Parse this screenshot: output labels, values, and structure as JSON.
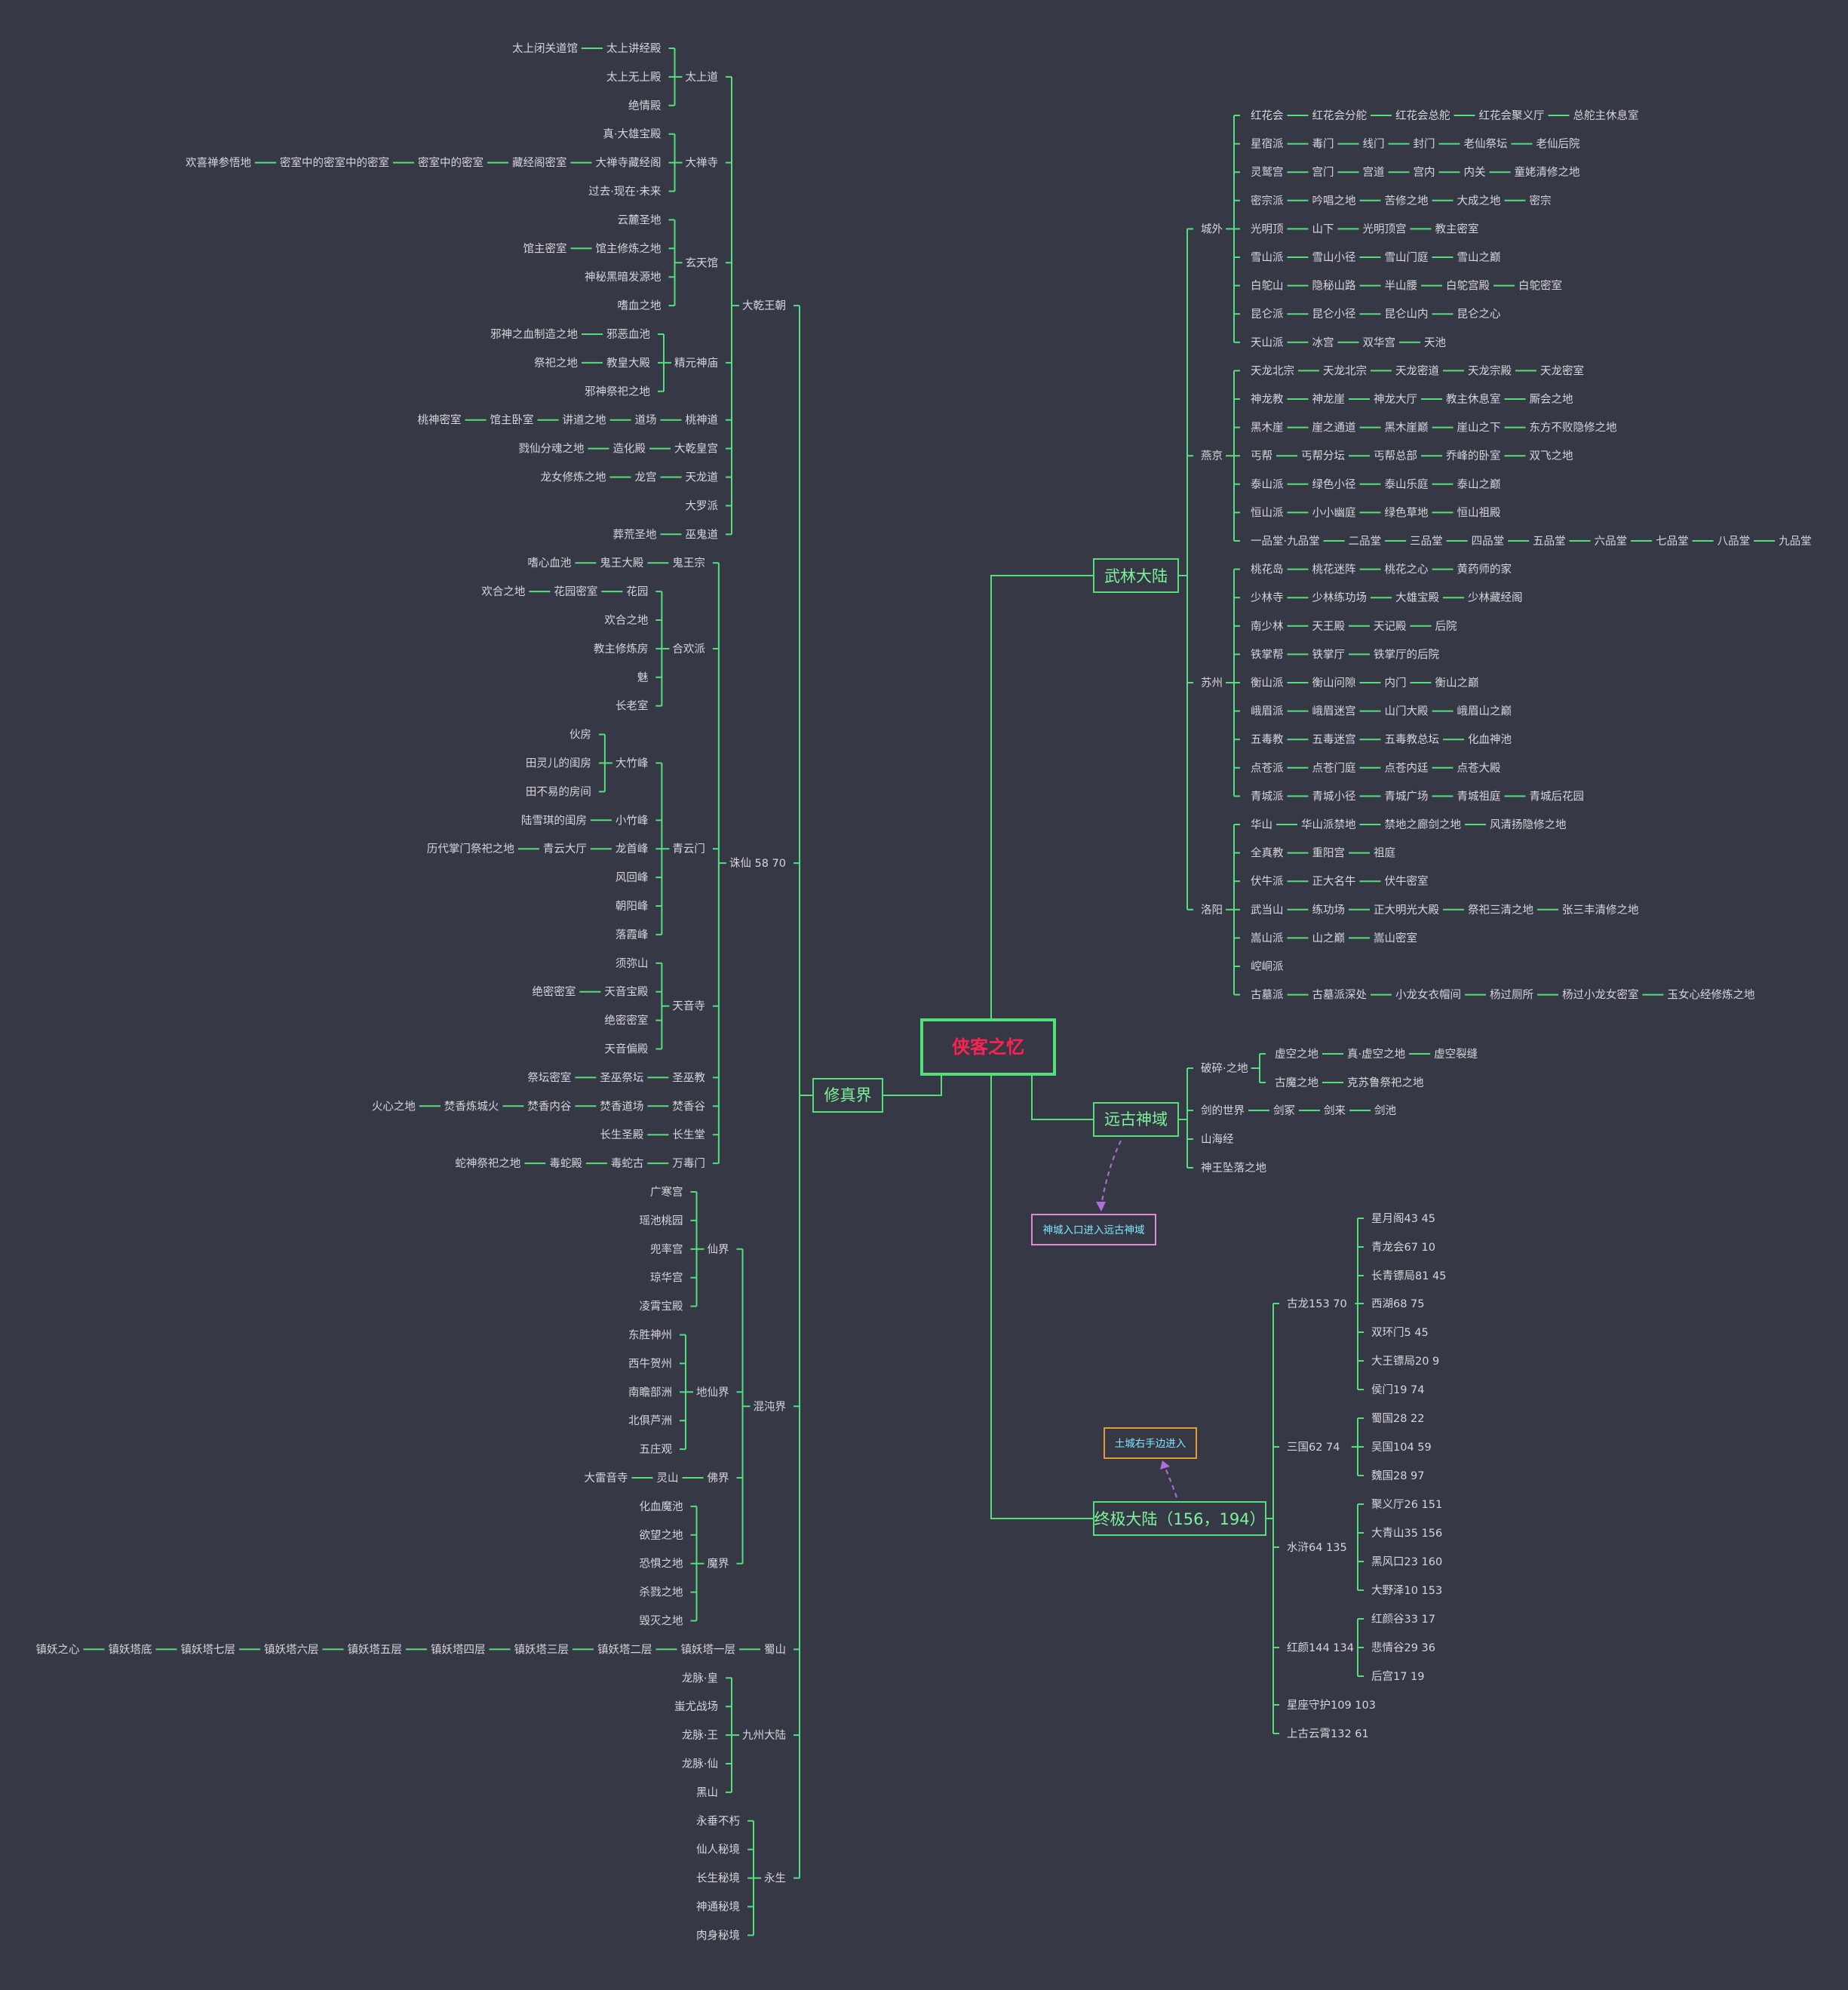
{
  "title": "侠客之忆",
  "colors": {
    "background": "#363945",
    "line": "#53e07c",
    "root_text": "#ff2150",
    "box_text": "#7cf39a",
    "node_text": "#d4d6db",
    "note1_border": "#e38ad6",
    "note2_border": "#e39a32",
    "note_text": "#7ee6ff",
    "arrow": "#b06fd6"
  },
  "notes": {
    "n1": "神城入口进入远古神域",
    "n2": "土城右手边进入"
  },
  "right": {
    "b1": {
      "label": "武林大陆",
      "groups": [
        {
          "label": "城外",
          "rows": [
            [
              "红花会",
              "红花会分舵",
              "红花会总舵",
              "红花会聚义厅",
              "总舵主休息室"
            ],
            [
              "星宿派",
              "毒门",
              "线门",
              "封门",
              "老仙祭坛",
              "老仙后院"
            ],
            [
              "灵鹫宫",
              "宫门",
              "宫道",
              "宫内",
              "内关",
              "童姥清修之地"
            ],
            [
              "密宗派",
              "吟唱之地",
              "苦修之地",
              "大成之地",
              "密宗"
            ],
            [
              "光明顶",
              "山下",
              "光明顶宫",
              "教主密室"
            ],
            [
              "雪山派",
              "雪山小径",
              "雪山门庭",
              "雪山之巅"
            ],
            [
              "白鸵山",
              "隐秘山路",
              "半山腰",
              "白鸵宫殿",
              "白鸵密室"
            ],
            [
              "昆仑派",
              "昆仑小径",
              "昆仑山内",
              "昆仑之心"
            ],
            [
              "天山派",
              "冰宫",
              "双华宫",
              "天池"
            ]
          ]
        },
        {
          "label": "燕京",
          "rows": [
            [
              "天龙北宗",
              "天龙北宗",
              "天龙密道",
              "天龙宗殿",
              "天龙密室"
            ],
            [
              "神龙教",
              "神龙崖",
              "神龙大厅",
              "教主休息室",
              "厮会之地"
            ],
            [
              "黑木崖",
              "崖之通道",
              "黑木崖巅",
              "崖山之下",
              "东方不败隐修之地"
            ],
            [
              "丐帮",
              "丐帮分坛",
              "丐帮总部",
              "乔峰的卧室",
              "双飞之地"
            ],
            [
              "泰山派",
              "绿色小径",
              "泰山乐庭",
              "泰山之巅"
            ],
            [
              "恒山派",
              "小小幽庭",
              "绿色草地",
              "恒山祖殿"
            ],
            [
              "一品堂·九品堂",
              "二品堂",
              "三品堂",
              "四品堂",
              "五品堂",
              "六品堂",
              "七品堂",
              "八品堂",
              "九品堂"
            ]
          ]
        },
        {
          "label": "苏州",
          "rows": [
            [
              "桃花岛",
              "桃花迷阵",
              "桃花之心",
              "黄药师的家"
            ],
            [
              "少林寺",
              "少林练功场",
              "大雄宝殿",
              "少林藏经阁"
            ],
            [
              "南少林",
              "天王殿",
              "天记殿",
              "后院"
            ],
            [
              "铁掌帮",
              "铁掌厅",
              "铁掌厅的后院"
            ],
            [
              "衡山派",
              "衡山问隙",
              "内门",
              "衡山之巅"
            ],
            [
              "峨眉派",
              "峨眉迷宫",
              "山门大殿",
              "峨眉山之巅"
            ],
            [
              "五毒教",
              "五毒迷宫",
              "五毒教总坛",
              "化血神池"
            ],
            [
              "点苍派",
              "点苍门庭",
              "点苍内廷",
              "点苍大殿"
            ],
            [
              "青城派",
              "青城小径",
              "青城广场",
              "青城祖庭",
              "青城后花园"
            ]
          ]
        },
        {
          "label": "洛阳",
          "rows": [
            [
              "华山",
              "华山派禁地",
              "禁地之廊剑之地",
              "风清扬隐修之地"
            ],
            [
              "全真教",
              "重阳宫",
              "祖庭"
            ],
            [
              "伏牛派",
              "正大名牛",
              "伏牛密室"
            ],
            [
              "武当山",
              "练功场",
              "正大明光大殿",
              "祭祀三清之地",
              "张三丰清修之地"
            ],
            [
              "嵩山派",
              "山之巅",
              "嵩山密室"
            ],
            [
              "崆峒派"
            ],
            [
              "古墓派",
              "古墓派深处",
              "小龙女衣帽间",
              "杨过厕所",
              "杨过小龙女密室",
              "玉女心经修炼之地"
            ]
          ]
        }
      ]
    },
    "b2": {
      "label": "远古神域",
      "items": [
        {
          "label": "破碎·之地",
          "subs": [
            [
              "虚空之地",
              "真·虚空之地",
              "虚空裂缝"
            ],
            [
              "古魔之地",
              "克苏鲁祭祀之地"
            ]
          ]
        },
        {
          "label": "剑的世界",
          "chain": [
            "剑冢",
            "剑来",
            "剑池"
          ]
        },
        {
          "label": "山海经"
        },
        {
          "label": "神王坠落之地"
        }
      ]
    },
    "b3": {
      "label": "终极大陆（156，194）",
      "items": [
        {
          "label": "古龙153  70",
          "subs": [
            "星月阁43  45",
            "青龙会67  10",
            "长青镖局81  45",
            "西湖68  75",
            "双环门5  45",
            "大王镖局20  9",
            "侯门19  74"
          ]
        },
        {
          "label": "三国62   74",
          "subs": [
            "蜀国28   22",
            "吴国104  59",
            "魏国28   97"
          ]
        },
        {
          "label": "水浒64   135",
          "subs": [
            "聚义厅26   151",
            "大青山35   156",
            "黑风口23   160",
            "大野泽10   153"
          ]
        },
        {
          "label": "红颜144  134",
          "subs": [
            "红颜谷33   17",
            "悲情谷29   36",
            "后宫17   19"
          ]
        },
        {
          "label": "星座守护109  103"
        },
        {
          "label": "上古云霄132  61"
        }
      ]
    }
  },
  "left": {
    "label": "修真界",
    "children": [
      {
        "label": "大乾王朝",
        "children": [
          {
            "label": "太上道",
            "children": [
              {
                "chain": [
                  "太上讲经殿",
                  "太上闭关道馆"
                ]
              },
              {
                "chain": [
                  "太上无上殿"
                ]
              },
              {
                "chain": [
                  "绝情殿"
                ]
              }
            ]
          },
          {
            "label": "大禅寺",
            "children": [
              {
                "chain": [
                  "真·大雄宝殿"
                ]
              },
              {
                "chain": [
                  "大禅寺藏经阁",
                  "藏经阁密室",
                  "密室中的密室",
                  "密室中的密室中的密室",
                  "欢喜禅参悟地"
                ]
              },
              {
                "chain": [
                  "过去·现在·未来"
                ]
              }
            ]
          },
          {
            "label": "玄天馆",
            "children": [
              {
                "chain": [
                  "云麓圣地"
                ]
              },
              {
                "chain": [
                  "馆主修炼之地",
                  "馆主密室"
                ]
              },
              {
                "chain": [
                  "神秘黑暗发源地"
                ]
              },
              {
                "chain": [
                  "嗜血之地"
                ]
              }
            ]
          },
          {
            "label": "精元神庙",
            "children": [
              {
                "chain": [
                  "邪恶血池",
                  "邪神之血制造之地"
                ]
              },
              {
                "chain": [
                  "教皇大殿",
                  "祭祀之地"
                ]
              },
              {
                "chain": [
                  "邪神祭祀之地"
                ]
              }
            ]
          },
          {
            "chain": [
              "桃神道",
              "道场",
              "讲道之地",
              "馆主卧室",
              "桃神密室"
            ]
          },
          {
            "chain": [
              "大乾皇宫",
              "造化殿",
              "戮仙分魂之地"
            ]
          },
          {
            "chain": [
              "天龙道",
              "龙宫",
              "龙女修炼之地"
            ]
          },
          {
            "chain": [
              "大罗派"
            ]
          },
          {
            "chain": [
              "巫鬼道",
              "葬荒圣地"
            ]
          }
        ]
      },
      {
        "label": "诛仙 58 70",
        "children": [
          {
            "chain": [
              "鬼王宗",
              "鬼王大殿",
              "嗜心血池"
            ]
          },
          {
            "label": "合欢派",
            "children": [
              {
                "chain": [
                  "花园",
                  "花园密室",
                  "欢合之地"
                ]
              },
              {
                "chain": [
                  "欢合之地"
                ]
              },
              {
                "chain": [
                  "教主修炼房"
                ]
              },
              {
                "chain": [
                  "魅"
                ]
              },
              {
                "chain": [
                  "长老室"
                ]
              }
            ]
          },
          {
            "label": "青云门",
            "children": [
              {
                "label": "大竹峰",
                "children": [
                  {
                    "chain": [
                      "伙房"
                    ]
                  },
                  {
                    "chain": [
                      "田灵儿的闺房"
                    ]
                  },
                  {
                    "chain": [
                      "田不易的房间"
                    ]
                  }
                ]
              },
              {
                "chain": [
                  "小竹峰",
                  "陆雪琪的闺房"
                ]
              },
              {
                "chain": [
                  "龙首峰",
                  "青云大厅",
                  "历代掌门祭祀之地"
                ]
              },
              {
                "chain": [
                  "风回峰"
                ]
              },
              {
                "chain": [
                  "朝阳峰"
                ]
              },
              {
                "chain": [
                  "落霞峰"
                ]
              }
            ]
          },
          {
            "label": "天音寺",
            "children": [
              {
                "chain": [
                  "须弥山"
                ]
              },
              {
                "chain": [
                  "天音宝殿",
                  "绝密密室"
                ]
              },
              {
                "chain": [
                  "绝密密室"
                ]
              },
              {
                "chain": [
                  "天音偏殿"
                ]
              }
            ]
          },
          {
            "chain": [
              "圣巫教",
              "圣巫祭坛",
              "祭坛密室"
            ]
          },
          {
            "chain": [
              "焚香谷",
              "焚香道场",
              "焚香内谷",
              "焚香炼城火",
              "火心之地"
            ]
          },
          {
            "chain": [
              "长生堂",
              "长生圣殿"
            ]
          },
          {
            "chain": [
              "万毒门",
              "毒蛇古",
              "毒蛇殿",
              "蛇神祭祀之地"
            ]
          }
        ]
      },
      {
        "label": "混沌界",
        "children": [
          {
            "label": "仙界",
            "children": [
              {
                "chain": [
                  "广寒宫"
                ]
              },
              {
                "chain": [
                  "瑶池桃园"
                ]
              },
              {
                "chain": [
                  "兜率宫"
                ]
              },
              {
                "chain": [
                  "琼华宫"
                ]
              },
              {
                "chain": [
                  "凌霄宝殿"
                ]
              }
            ]
          },
          {
            "label": "地仙界",
            "children": [
              {
                "chain": [
                  "东胜神州"
                ]
              },
              {
                "chain": [
                  "西牛贺州"
                ]
              },
              {
                "chain": [
                  "南瞻部洲"
                ]
              },
              {
                "chain": [
                  "北俱芦洲"
                ]
              },
              {
                "chain": [
                  "五庄观"
                ]
              }
            ]
          },
          {
            "chain": [
              "佛界",
              "灵山",
              "大雷音寺"
            ]
          },
          {
            "label": "魔界",
            "children": [
              {
                "chain": [
                  "化血魔池"
                ]
              },
              {
                "chain": [
                  "欲望之地"
                ]
              },
              {
                "chain": [
                  "恐惧之地"
                ]
              },
              {
                "chain": [
                  "杀戮之地"
                ]
              },
              {
                "chain": [
                  "毁灭之地"
                ]
              }
            ]
          }
        ]
      },
      {
        "chain": [
          "蜀山",
          "镇妖塔一层",
          "镇妖塔二层",
          "镇妖塔三层",
          "镇妖塔四层",
          "镇妖塔五层",
          "镇妖塔六层",
          "镇妖塔七层",
          "镇妖塔底",
          "镇妖之心"
        ]
      },
      {
        "label": "九州大陆",
        "children": [
          {
            "chain": [
              "龙脉·皇"
            ]
          },
          {
            "chain": [
              "蚩尤战场"
            ]
          },
          {
            "chain": [
              "龙脉·王"
            ]
          },
          {
            "chain": [
              "龙脉·仙"
            ]
          },
          {
            "chain": [
              "黑山"
            ]
          }
        ]
      },
      {
        "label": "永生",
        "children": [
          {
            "chain": [
              "永垂不朽"
            ]
          },
          {
            "chain": [
              "仙人秘境"
            ]
          },
          {
            "chain": [
              "长生秘境"
            ]
          },
          {
            "chain": [
              "神通秘境"
            ]
          },
          {
            "chain": [
              "肉身秘境"
            ]
          }
        ]
      }
    ]
  }
}
